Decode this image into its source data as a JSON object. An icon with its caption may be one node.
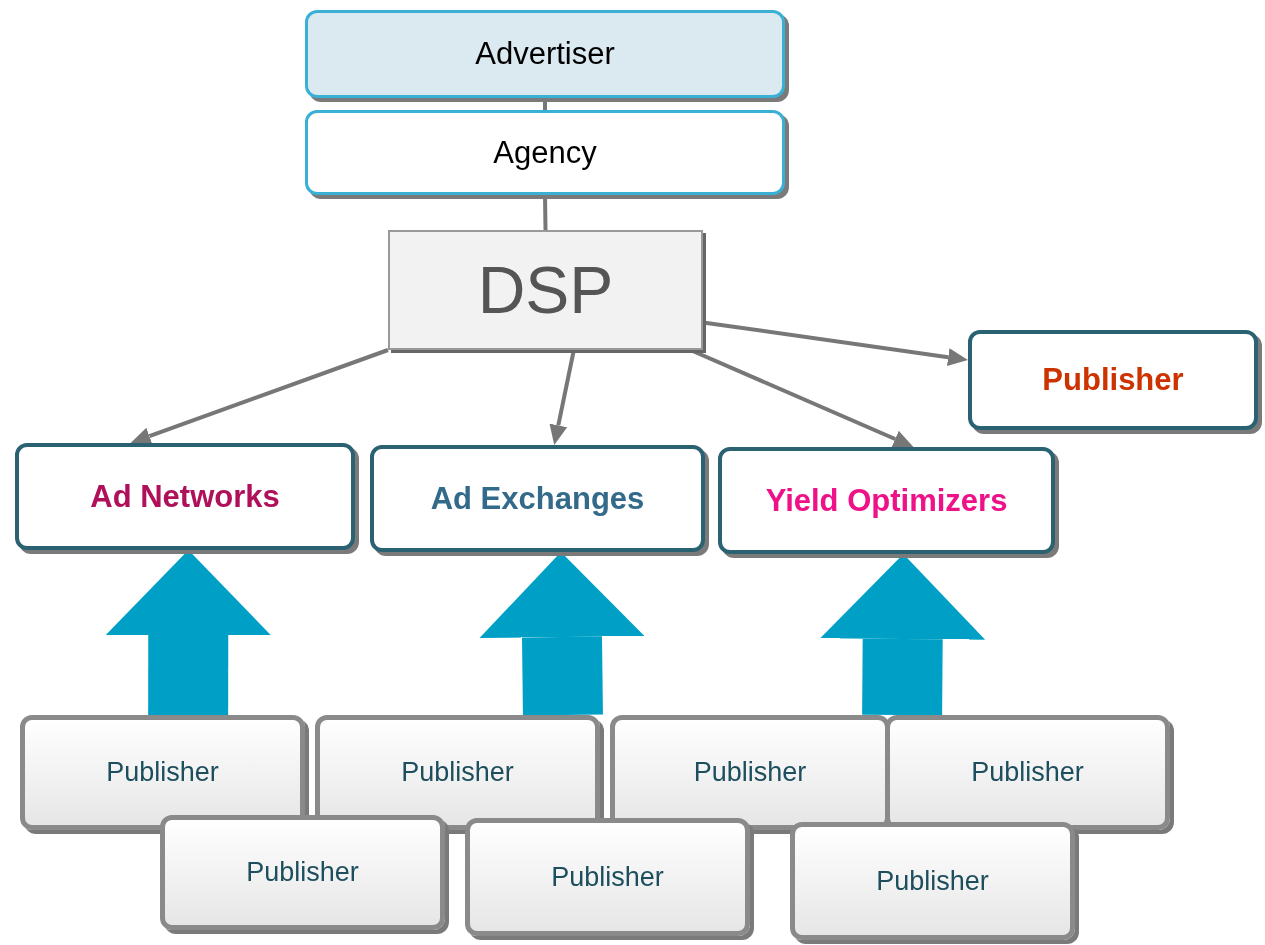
{
  "diagram": {
    "nodes": [
      {
        "text": [
          "Advertiser"
        ]
      },
      {
        "text": [
          "Agency"
        ]
      },
      {
        "text": [
          "DSP"
        ]
      },
      {
        "text": [
          "Publisher"
        ]
      },
      {
        "text": [
          "Ad Networks"
        ]
      },
      {
        "text": [
          "Ad Exchanges"
        ]
      },
      {
        "text": [
          "Yield Optimizers"
        ]
      },
      {
        "text": [
          "Publisher"
        ]
      },
      {
        "text": [
          "Publisher"
        ]
      },
      {
        "text": [
          "Publisher"
        ]
      },
      {
        "text": [
          "Publisher"
        ]
      },
      {
        "text": [
          "Publisher"
        ]
      },
      {
        "text": [
          "Publisher"
        ]
      },
      {
        "text": [
          "Publisher"
        ]
      }
    ],
    "edges": [
      {
        "from": 0,
        "to": 1,
        "arrow": "none"
      },
      {
        "from": 1,
        "to": 2,
        "arrow": "none"
      },
      {
        "from": 2,
        "to": 4,
        "arrow": "to"
      },
      {
        "from": 2,
        "to": 5,
        "arrow": "to"
      },
      {
        "from": 2,
        "to": 6,
        "arrow": "to"
      },
      {
        "from": 2,
        "to": 3,
        "arrow": "to"
      },
      {
        "from": 7,
        "to": 4,
        "arrow": "to",
        "style": "thick",
        "color": "#00a0c6"
      },
      {
        "from": 8,
        "to": 5,
        "arrow": "to",
        "style": "thick",
        "color": "#00a0c6"
      },
      {
        "from": 10,
        "to": 6,
        "arrow": "to",
        "style": "thick",
        "color": "#00a0c6"
      }
    ]
  }
}
